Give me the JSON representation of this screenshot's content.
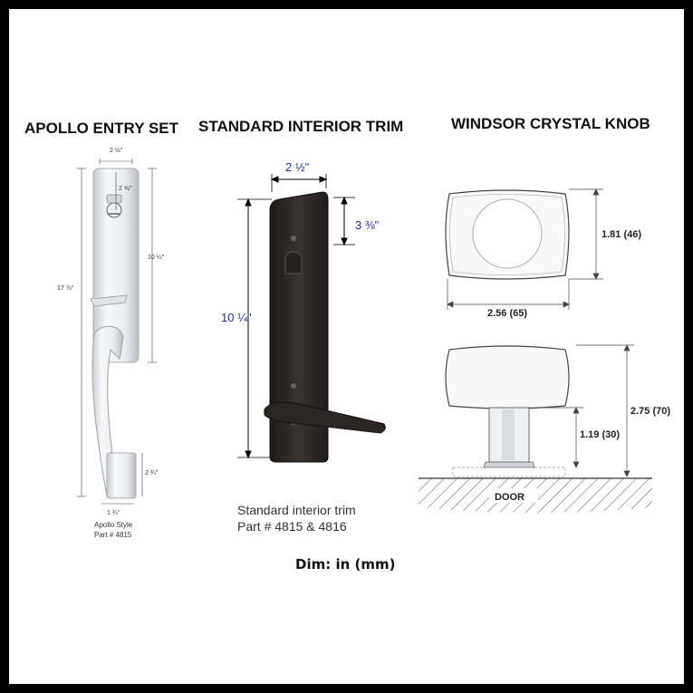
{
  "headings": {
    "apollo": "APOLLO ENTRY SET",
    "trim": "STANDARD INTERIOR TRIM",
    "knob": "WINDSOR CRYSTAL KNOB"
  },
  "apollo": {
    "dim_width": "2 ½\"",
    "dim_backset": "2 ⅜\"",
    "dim_upper": "10 ¼\"",
    "dim_overall": "17 ⅞\"",
    "dim_lower": "2 ¾\"",
    "dim_bottom_width": "1 ¾\"",
    "caption_line1": "Apollo Style",
    "caption_line2": "Part # 4815"
  },
  "trim": {
    "dim_width": "2 ½\"",
    "dim_backset": "3 ⅜\"",
    "dim_height": "10 ¼\"",
    "caption_line1": "Standard interior trim",
    "caption_line2": "Part # 4815 & 4816"
  },
  "knob": {
    "dim_height": "1.81 (46)",
    "dim_width": "2.56 (65)",
    "dim_projection": "2.75 (70)",
    "dim_stem": "1.19 (30)",
    "door_label": "DOOR"
  },
  "footer": {
    "units": "Dim: in (mm)"
  },
  "colors": {
    "frame": "#000000",
    "dimension_blue": "#1f2fa0",
    "bronze": "#2a2624"
  }
}
